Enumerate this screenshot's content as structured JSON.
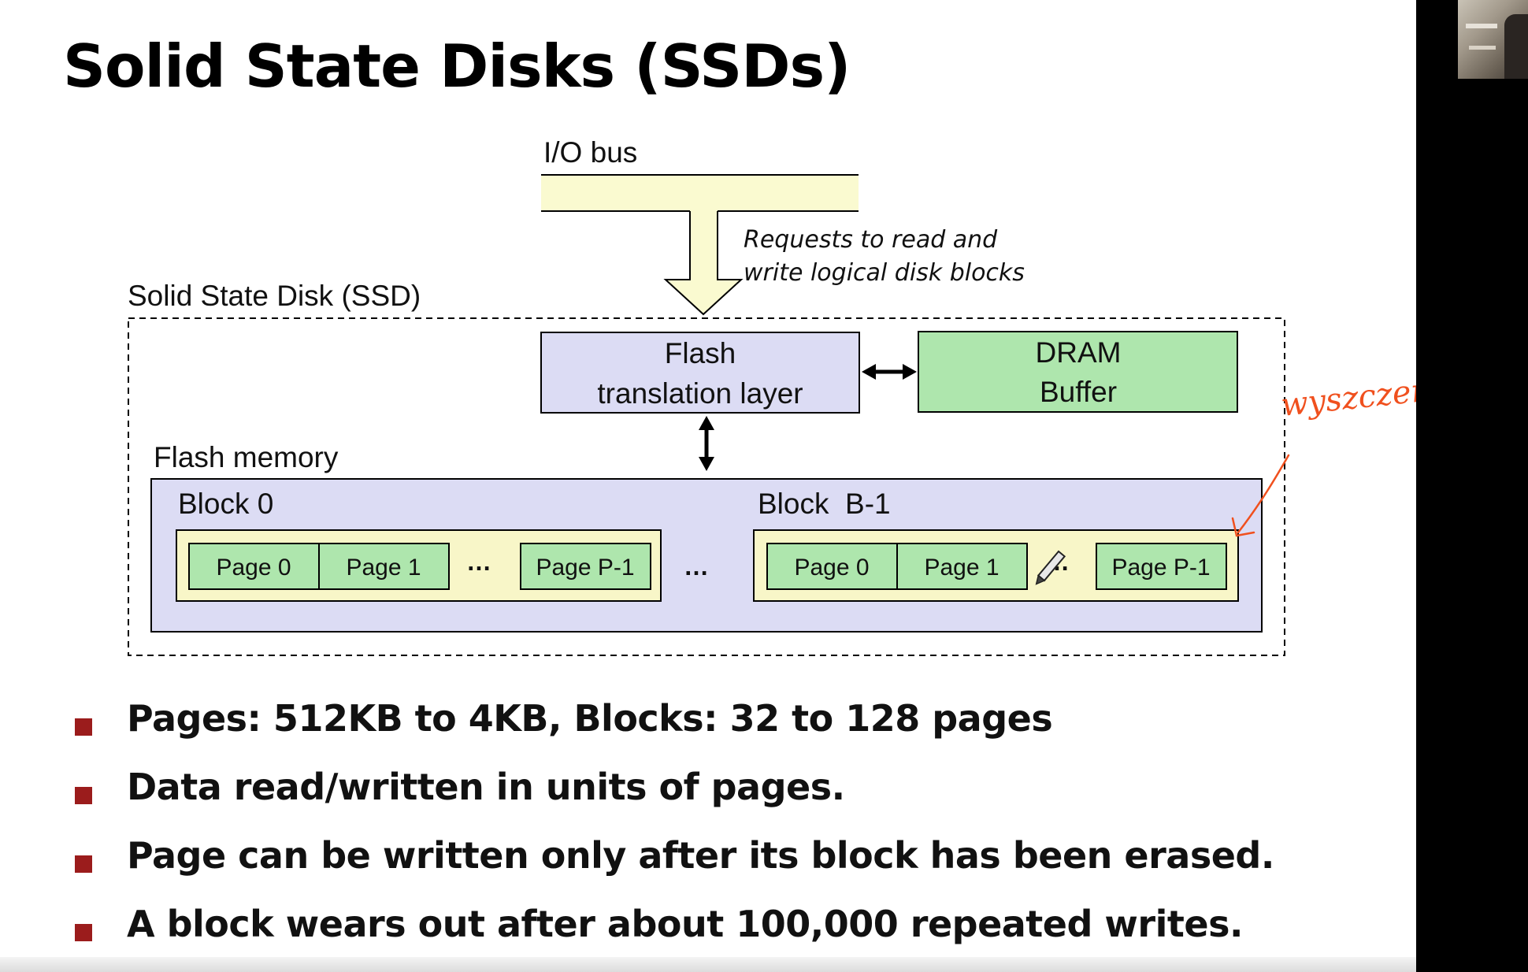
{
  "slide": {
    "title": "Solid State Disks (SSDs)",
    "diagram": {
      "io_bus_label": "I/O bus",
      "request_label_line1": "Requests to read and",
      "request_label_line2": "write logical disk blocks",
      "ssd_label": "Solid State Disk (SSD)",
      "ftl_line1": "Flash",
      "ftl_line2": "translation layer",
      "dram_line1": "DRAM",
      "dram_line2": "Buffer",
      "flash_memory_label": "Flash memory",
      "blocks": [
        {
          "label": "Block 0",
          "pages": [
            "Page 0",
            "Page 1",
            "Page P-1"
          ],
          "ellipsis": "…"
        },
        {
          "label": "Block  B-1",
          "pages": [
            "Page 0",
            "Page 1",
            "Page P-1"
          ],
          "ellipsis": "…"
        }
      ],
      "between_blocks_ellipsis": "…",
      "handwritten_note": "wyszczenie",
      "colors": {
        "bus_yellow": "#fafad0",
        "ftl_lavender": "#dcdcf4",
        "dram_green": "#aee6ad",
        "page_green": "#aee6ad",
        "block_yellow": "#f8f6c8",
        "flash_lavender": "#dcdcf4",
        "annotation_orange": "#f0501e"
      }
    },
    "bullets": [
      "Pages: 512KB to 4KB, Blocks: 32 to 128 pages",
      "Data read/written in units of pages.",
      "Page can be written only after its block has been erased.",
      "A block wears out after about 100,000 repeated writes."
    ],
    "bullet_color": "#9b1c1c"
  },
  "video_overlay": {
    "webcam": "presenter-webcam-thumbnail"
  }
}
